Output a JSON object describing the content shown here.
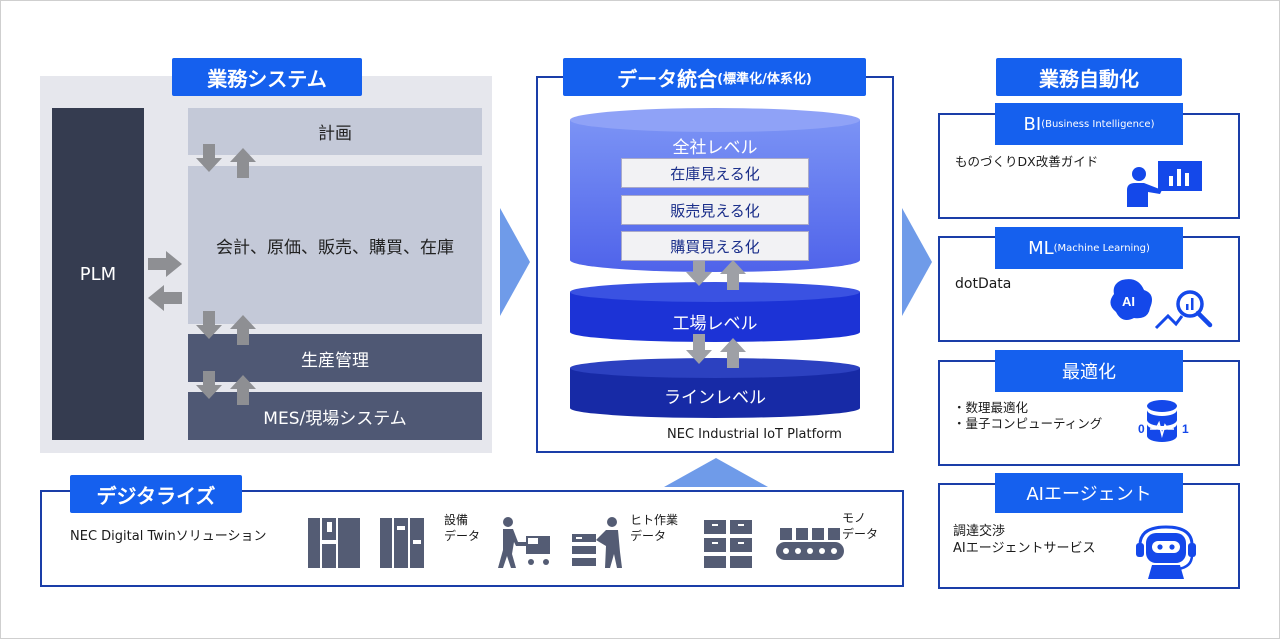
{
  "business_system": {
    "title": "業務システム",
    "plm": "PLM",
    "plan": "計画",
    "core": "会計、原価、販売、購買、在庫",
    "production": "生産管理",
    "mes": "MES/現場システム"
  },
  "data_integration": {
    "title_main": "データ統合",
    "title_sub": "(標準化/体系化)",
    "company_level": "全社レベル",
    "items": [
      "在庫見える化",
      "販売見える化",
      "購買見える化"
    ],
    "factory_level": "工場レベル",
    "line_level": "ラインレベル",
    "platform": "NEC Industrial IoT Platform"
  },
  "automation": {
    "title": "業務自動化",
    "bi": {
      "title": "BI",
      "title_sub": "(Business Intelligence)",
      "text": "ものづくりDX改善ガイド",
      "icon": "presentation-chart-icon"
    },
    "ml": {
      "title": "ML",
      "title_sub": "(Machine Learning)",
      "text": "dotData",
      "icon": "ai-analysis-icon"
    },
    "opt": {
      "title": "最適化",
      "lines": [
        "・数理最適化",
        "・量子コンピューティング"
      ],
      "icon": "quantum-database-icon"
    },
    "agent": {
      "title": "AIエージェント",
      "lines": [
        "調達交渉",
        "AIエージェントサービス"
      ],
      "icon": "robot-headset-icon"
    }
  },
  "digitize": {
    "title": "デジタライズ",
    "twin": "NEC Digital Twinソリューション",
    "equipment": [
      "設備",
      "データ"
    ],
    "human": [
      "ヒト作業",
      "データ"
    ],
    "thing": [
      "モノ",
      "データ"
    ]
  },
  "colors": {
    "accent": "#1560ee",
    "light_gray": "#c4c9d8",
    "dark_slate": "#4f5874",
    "plm_dark": "#353c50",
    "navy_border": "#1a3ea8"
  }
}
